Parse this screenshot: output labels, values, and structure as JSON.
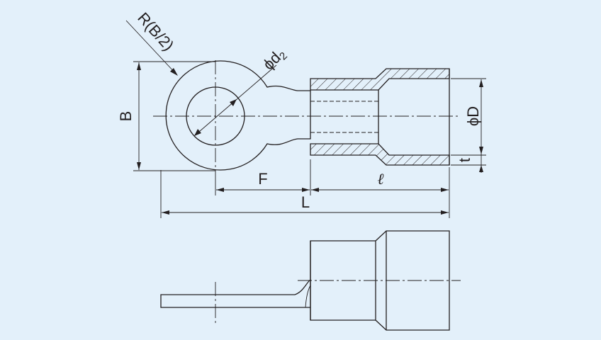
{
  "diagram": {
    "background": "#e3f0fa",
    "line_color": "#231f20",
    "labels": {
      "radius": "R(B/2)",
      "hole_diameter_prefix": "ϕd",
      "hole_diameter_sub": "2",
      "width": "B",
      "sleeve_diameter": "ϕD",
      "thickness": "t",
      "tongue_length": "F",
      "sleeve_length": "ℓ",
      "total_length": "L"
    }
  }
}
